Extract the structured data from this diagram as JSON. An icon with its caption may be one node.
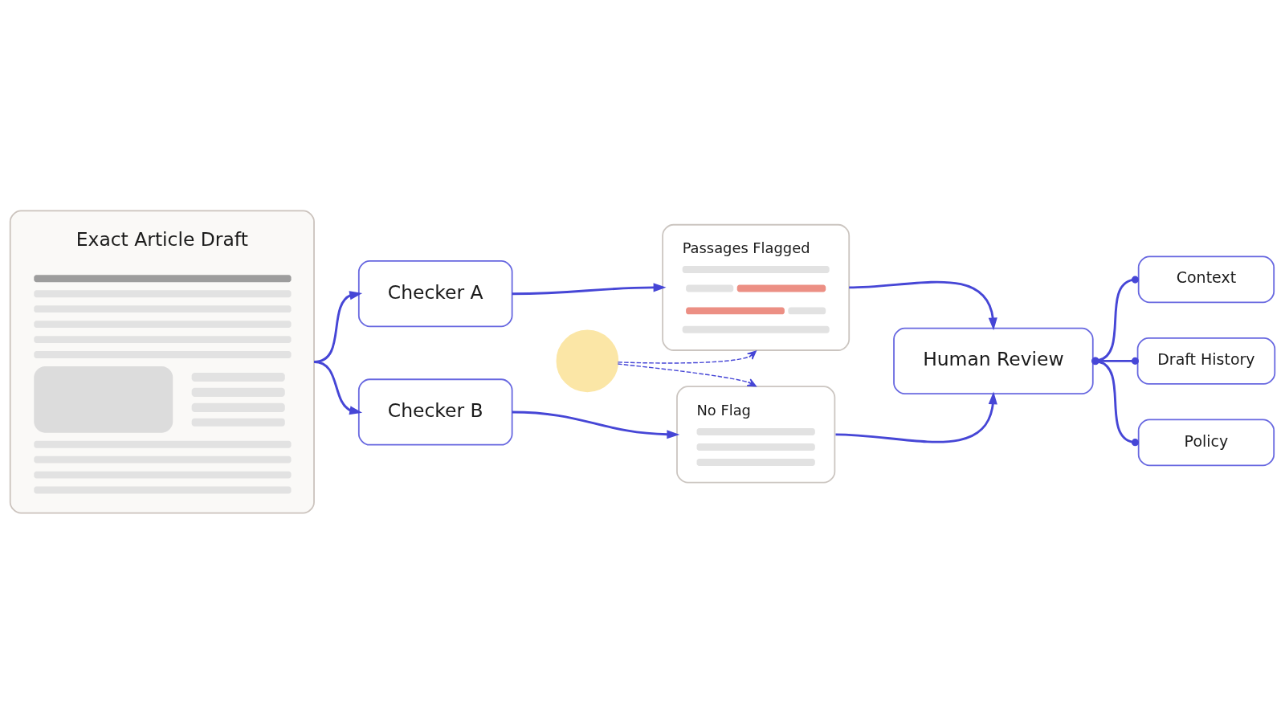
{
  "diagram": {
    "nodes": [
      {
        "text": [
          "Exact Article Draft"
        ]
      },
      {
        "text": [
          "Checker A"
        ]
      },
      {
        "text": [
          "Checker B"
        ]
      },
      {
        "text": [
          "Passages Flagged"
        ]
      },
      {
        "text": [
          "No Flag"
        ]
      },
      {
        "text": [],
        "shape": "circle"
      },
      {
        "text": [
          "Human Review"
        ]
      },
      {
        "text": [
          "Context"
        ]
      },
      {
        "text": [
          "Draft History"
        ]
      },
      {
        "text": [
          "Policy"
        ]
      }
    ],
    "edges": [
      {
        "from": 0,
        "to": 1,
        "arrow": "to"
      },
      {
        "from": 0,
        "to": 2,
        "arrow": "to"
      },
      {
        "from": 1,
        "to": 3,
        "arrow": "to"
      },
      {
        "from": 2,
        "to": 4,
        "arrow": "to"
      },
      {
        "from": 3,
        "to": 6,
        "arrow": "to"
      },
      {
        "from": 4,
        "to": 6,
        "arrow": "to"
      },
      {
        "from": 5,
        "to": 3,
        "arrow": "to",
        "style": "dashed"
      },
      {
        "from": 5,
        "to": 4,
        "arrow": "to",
        "style": "dashed"
      },
      {
        "from": 6,
        "to": 7,
        "arrow": "other"
      },
      {
        "from": 6,
        "to": 8,
        "arrow": "other"
      },
      {
        "from": 6,
        "to": 9,
        "arrow": "other"
      }
    ]
  }
}
